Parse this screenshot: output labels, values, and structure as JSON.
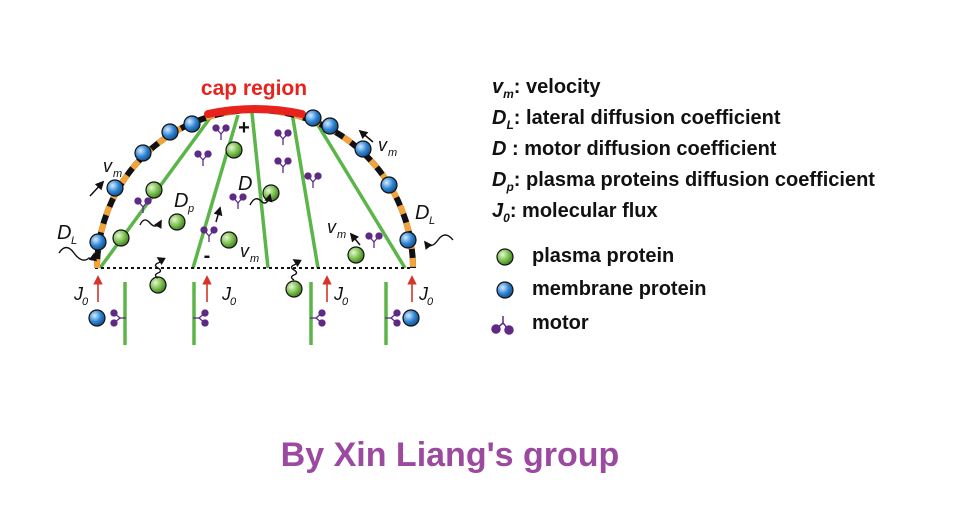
{
  "diagram": {
    "cap_label": "cap region",
    "plus_sign": "+",
    "minus_sign": "-",
    "labels": {
      "vm": {
        "sym": "v",
        "sub": "m"
      },
      "DL": {
        "sym": "D",
        "sub": "L"
      },
      "Dp": {
        "sym": "D",
        "sub": "p"
      },
      "D": {
        "sym": "D"
      },
      "J0": {
        "sym": "J",
        "sub": "0"
      }
    },
    "colors": {
      "cap": "#e8221c",
      "membrane_dash_a": "#111111",
      "membrane_dash_b": "#f2a33a",
      "filament": "#5bb548",
      "plasma_protein": "#7cc04e",
      "membrane_protein": "#2f86d6",
      "motor": "#5e2a86",
      "flux_arrow": "#d6332a"
    }
  },
  "legend": {
    "items": [
      {
        "sym": "v",
        "sub": "m",
        "text": ": velocity"
      },
      {
        "sym": "D",
        "sub": "L",
        "text": ": lateral diffusion coefficient"
      },
      {
        "sym": "D",
        "sub": "",
        "text": " : motor diffusion coefficient"
      },
      {
        "sym": "D",
        "sub": "p",
        "text": ": plasma proteins diffusion coefficient"
      },
      {
        "sym": "J",
        "sub": "0",
        "text": ": molecular flux"
      }
    ],
    "key": [
      {
        "icon": "plasma-protein-icon",
        "label": "plasma protein"
      },
      {
        "icon": "membrane-protein-icon",
        "label": "membrane protein"
      },
      {
        "icon": "motor-icon",
        "label": "motor"
      }
    ]
  },
  "credit": "By Xin Liang's group"
}
